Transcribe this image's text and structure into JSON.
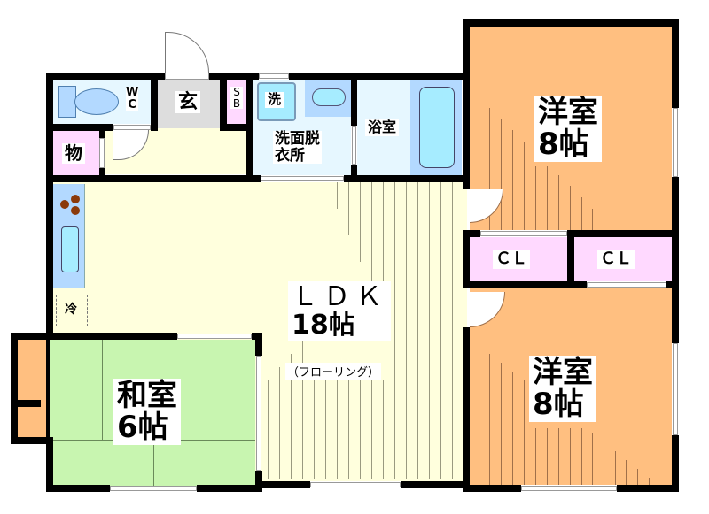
{
  "floorplan": {
    "rooms": {
      "wc": {
        "label_line1": "W",
        "label_line2": "C"
      },
      "genkan": {
        "label": "玄"
      },
      "shoe_box": {
        "label_line1": "S",
        "label_line2": "B"
      },
      "storage": {
        "label": "物"
      },
      "washer": {
        "label": "洗"
      },
      "washroom": {
        "label_line1": "洗面脱",
        "label_line2": "衣所"
      },
      "bathroom": {
        "label": "浴室"
      },
      "western1": {
        "label_line1": "洋室",
        "label_line2": "8帖"
      },
      "closet1": {
        "label": "ＣＬ"
      },
      "closet2": {
        "label": "ＣＬ"
      },
      "western2": {
        "label_line1": "洋室",
        "label_line2": "8帖"
      },
      "ldk": {
        "label_line1": "ＬＤＫ",
        "label_line2": "18帖",
        "label_line3": "（フローリング）"
      },
      "fridge": {
        "label": "冷"
      },
      "japanese": {
        "label_line1": "和室",
        "label_line2": "6帖"
      }
    },
    "colors": {
      "wall": "#000000",
      "ldk_floor": "#ffffdd",
      "western_floor": "#ffbf80",
      "closet": "#ffd9ff",
      "storage": "#ffd9ff",
      "wet_area": "#e6f7ff",
      "fixture_blue": "#b3d9ff",
      "tub_blue": "#a6ecff",
      "genkan": "#dddddd",
      "tatami": "#c8f5b0",
      "stove": "#8b3a0a"
    }
  }
}
